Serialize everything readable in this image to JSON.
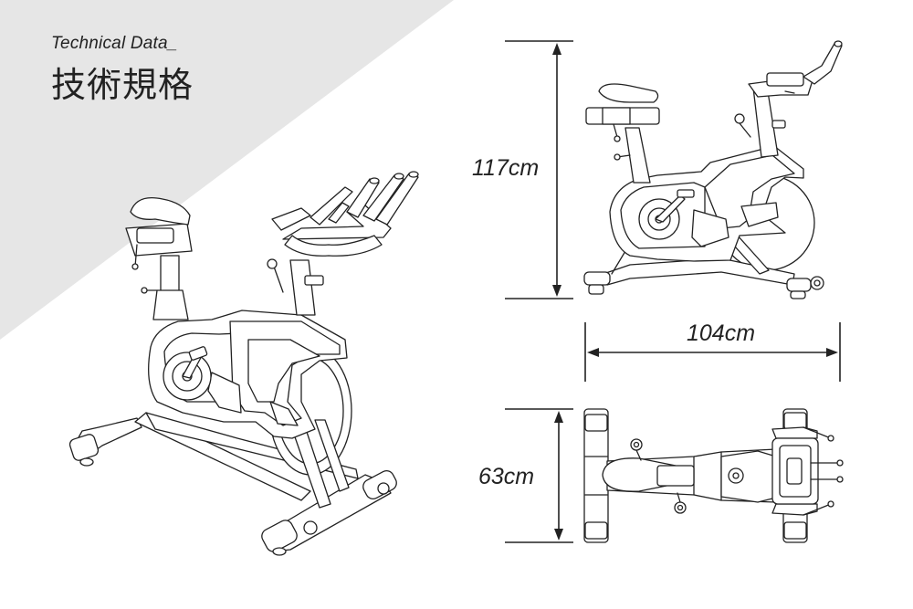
{
  "heading": {
    "en": "Technical Data_",
    "zh": "技術規格"
  },
  "dimensions": {
    "height": "117cm",
    "length": "104cm",
    "width": "63cm"
  },
  "colors": {
    "background_triangle": "#e6e6e6",
    "line": "#222222"
  }
}
